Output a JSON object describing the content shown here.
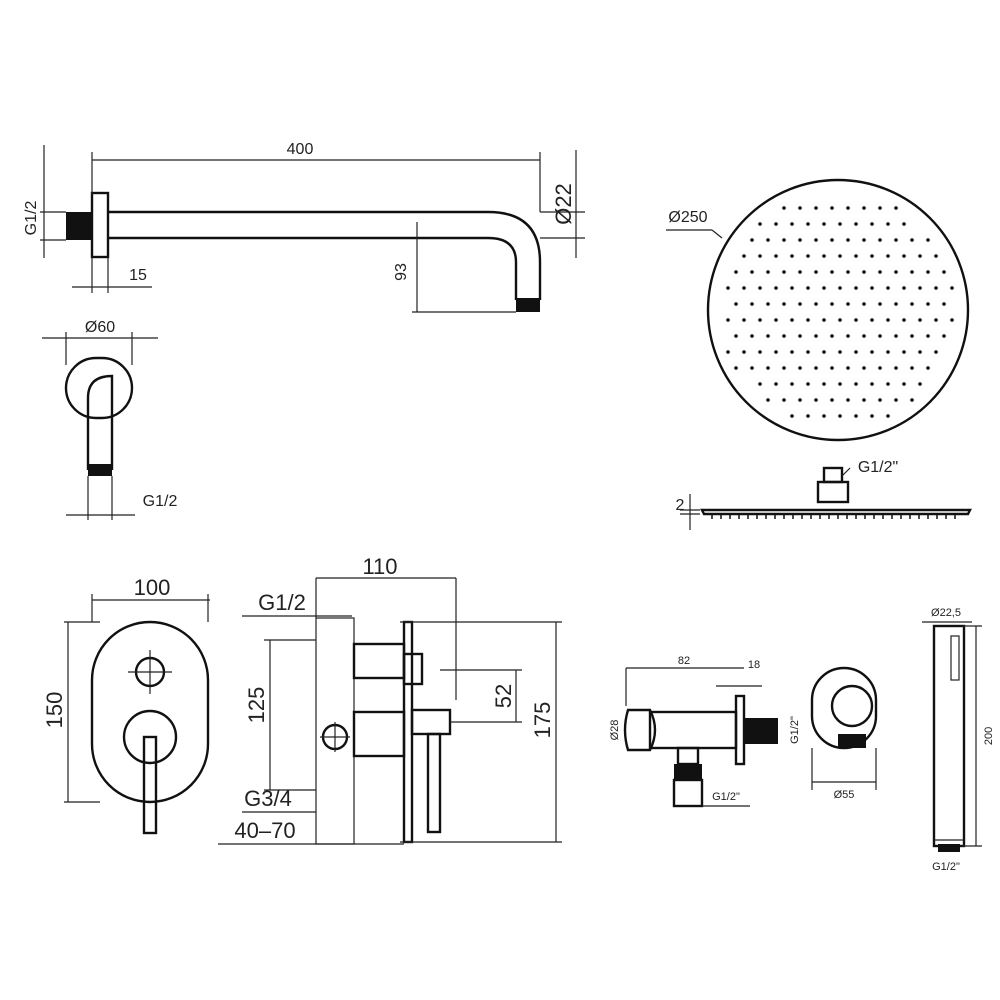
{
  "shower_arm": {
    "length": "400",
    "diameter": "Ø22",
    "thread": "G1/2",
    "flange_depth": "15",
    "drop": "93"
  },
  "wall_flange": {
    "diameter": "Ø60",
    "thread": "G1/2"
  },
  "shower_head": {
    "diameter": "Ø250",
    "thread": "G1/2\"",
    "thickness": "2"
  },
  "mixer_plate": {
    "width": "100",
    "height": "150"
  },
  "mixer_body": {
    "depth": "110",
    "inlet_thread": "G1/2",
    "body_height": "125",
    "outlet_offset": "52",
    "plate_height": "175",
    "outlet_thread": "G3/4",
    "wall_range": "40–70"
  },
  "wall_outlet": {
    "length": "82",
    "flange": "18",
    "diameter": "Ø28",
    "side_thread": "G1/2\"",
    "bottom_thread": "G1/2\"",
    "holder_diameter": "Ø55"
  },
  "hand_shower": {
    "diameter": "Ø22,5",
    "length": "200",
    "thread": "G1/2\""
  }
}
